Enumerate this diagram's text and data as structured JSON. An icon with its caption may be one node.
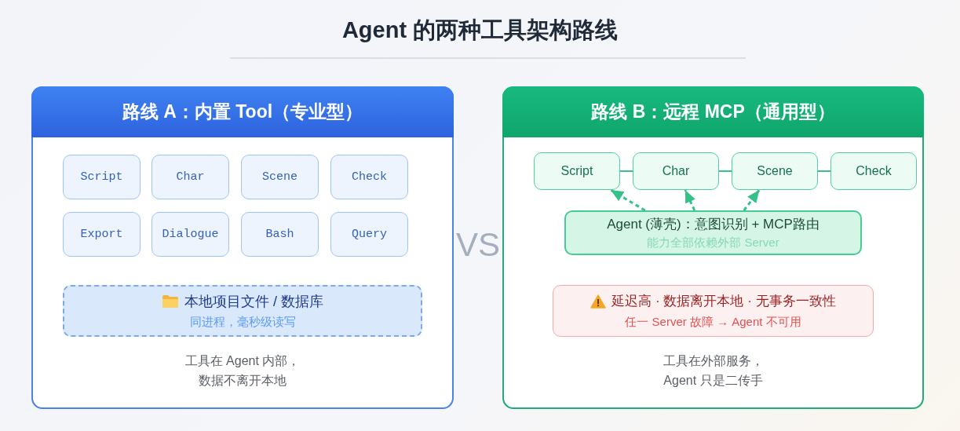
{
  "diagram": {
    "title": "Agent 的两种工具架构路线",
    "nodes": [
      {
        "text": [
          "路线 A：内置 Tool（专业型）",
          "工具在 Agent 内部，数据不离开本地"
        ]
      },
      {
        "text": [
          "Script"
        ],
        "in": 0
      },
      {
        "text": [
          "Char"
        ],
        "in": 0
      },
      {
        "text": [
          "Scene"
        ],
        "in": 0
      },
      {
        "text": [
          "Check"
        ],
        "in": 0
      },
      {
        "text": [
          "Export"
        ],
        "in": 0
      },
      {
        "text": [
          "Dialogue"
        ],
        "in": 0
      },
      {
        "text": [
          "Bash"
        ],
        "in": 0
      },
      {
        "text": [
          "Query"
        ],
        "in": 0
      },
      {
        "text": [
          "本地项目文件 / 数据库",
          "同进程，毫秒级读写"
        ],
        "in": 0
      },
      {
        "text": [
          "路线 B：远程 MCP（通用型）",
          "工具在外部服务，Agent 只是二传手"
        ]
      },
      {
        "text": [
          "Script"
        ],
        "in": 10
      },
      {
        "text": [
          "Char"
        ],
        "in": 10
      },
      {
        "text": [
          "Scene"
        ],
        "in": 10
      },
      {
        "text": [
          "Check"
        ],
        "in": 10
      },
      {
        "text": [
          "Agent (薄壳)：意图识别 + MCP路由",
          "能力全部依赖外部 Server"
        ],
        "in": 10
      },
      {
        "text": [
          "延迟高 · 数据离开本地 · 无事务一致性",
          "任一 Server 故障 → Agent 不可用"
        ],
        "in": 10
      }
    ],
    "edges": [
      {
        "from": 11,
        "to": 12,
        "arrow": "none"
      },
      {
        "from": 12,
        "to": 13,
        "arrow": "none"
      },
      {
        "from": 13,
        "to": 14,
        "arrow": "none"
      },
      {
        "from": 15,
        "to": 11,
        "arrow": "to",
        "style": "dashed"
      },
      {
        "from": 15,
        "to": 12,
        "arrow": "to",
        "style": "dashed"
      },
      {
        "from": 15,
        "to": 13,
        "arrow": "to",
        "style": "dashed"
      }
    ],
    "labels": [
      "VS"
    ]
  }
}
